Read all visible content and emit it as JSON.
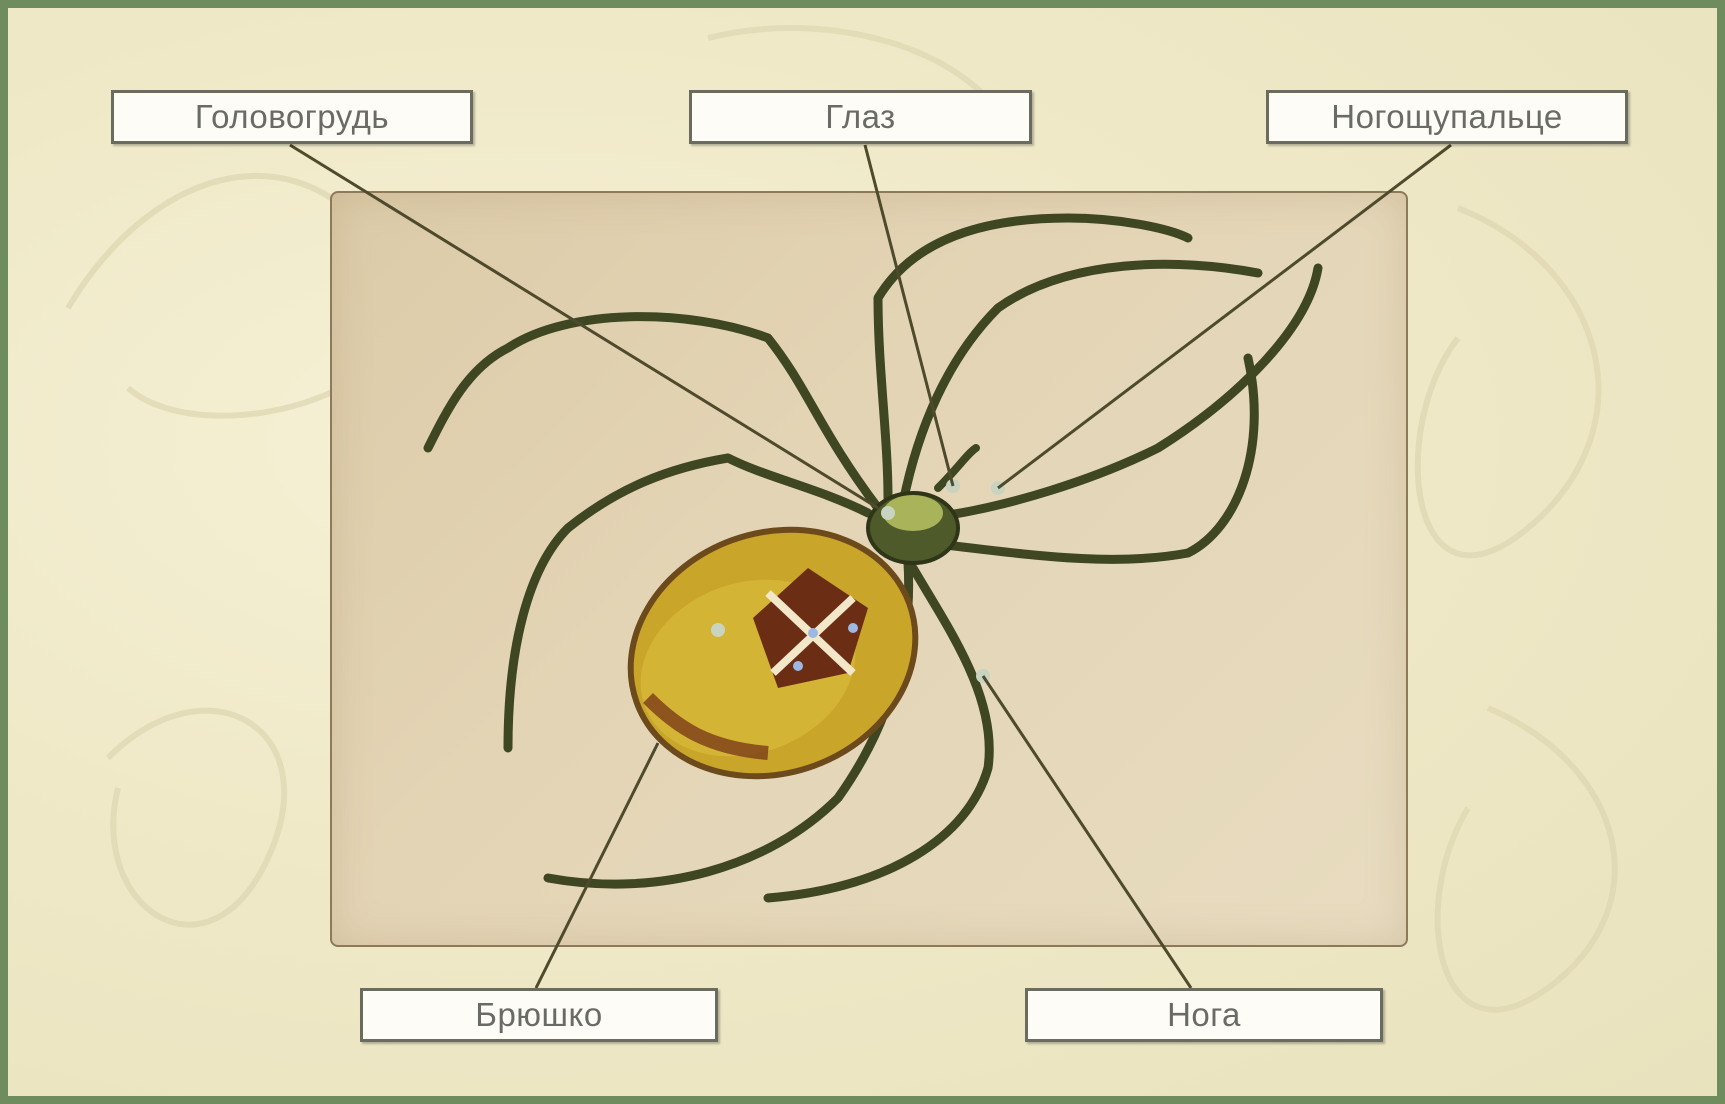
{
  "labels": {
    "cephalothorax": "Головогрудь",
    "eye": "Глаз",
    "pedipalp": "Ногощупальце",
    "abdomen": "Брюшко",
    "leg": "Нога"
  },
  "colors": {
    "frame": "#6f8c5f",
    "leader_line": "#4e4a2c",
    "leg": "#3f4722",
    "abdomen": "#c9a52a"
  }
}
